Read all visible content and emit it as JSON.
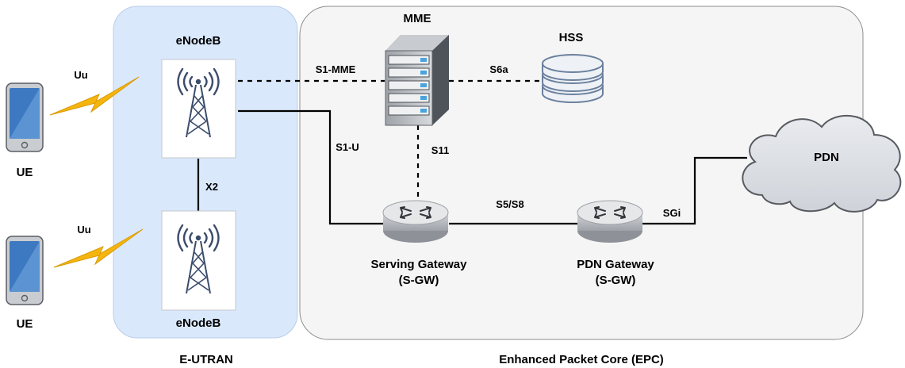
{
  "regions": {
    "eutran_label": "E-UTRAN",
    "epc_label": "Enhanced Packet Core (EPC)"
  },
  "nodes": {
    "enodeb_top": "eNodeB",
    "enodeb_bottom": "eNodeB",
    "mme": "MME",
    "hss": "HSS",
    "ue_top": "UE",
    "ue_bottom": "UE",
    "sgw_line1": "Serving Gateway",
    "sgw_line2": "(S-GW)",
    "pgw_line1": "PDN Gateway",
    "pgw_line2": "(S-GW)",
    "pdn": "PDN"
  },
  "interfaces": {
    "uu_top": "Uu",
    "uu_bottom": "Uu",
    "x2": "X2",
    "s1_mme": "S1-MME",
    "s6a": "S6a",
    "s1_u": "S1-U",
    "s11": "S11",
    "s5_s8": "S5/S8",
    "sgi": "SGi"
  },
  "colors": {
    "eutran_fill": "#dae8fc",
    "eutran_border": "#b9cde8",
    "epc_fill": "#f5f5f5",
    "epc_border": "#8c8c8c",
    "phone_screen": "#3d79c1",
    "lightning": "#f5b50f",
    "antenna": "#3b4c6b",
    "hss_stroke": "#6a7f9d",
    "cloud_fill": "#d9dde3"
  },
  "icons": {
    "ue": "smartphone-icon",
    "radio": "lightning-bolt-icon",
    "enodeb": "cell-tower-icon",
    "mme": "server-rack-icon",
    "hss": "database-icon",
    "gateway": "router-icon",
    "pdn": "cloud-icon"
  }
}
